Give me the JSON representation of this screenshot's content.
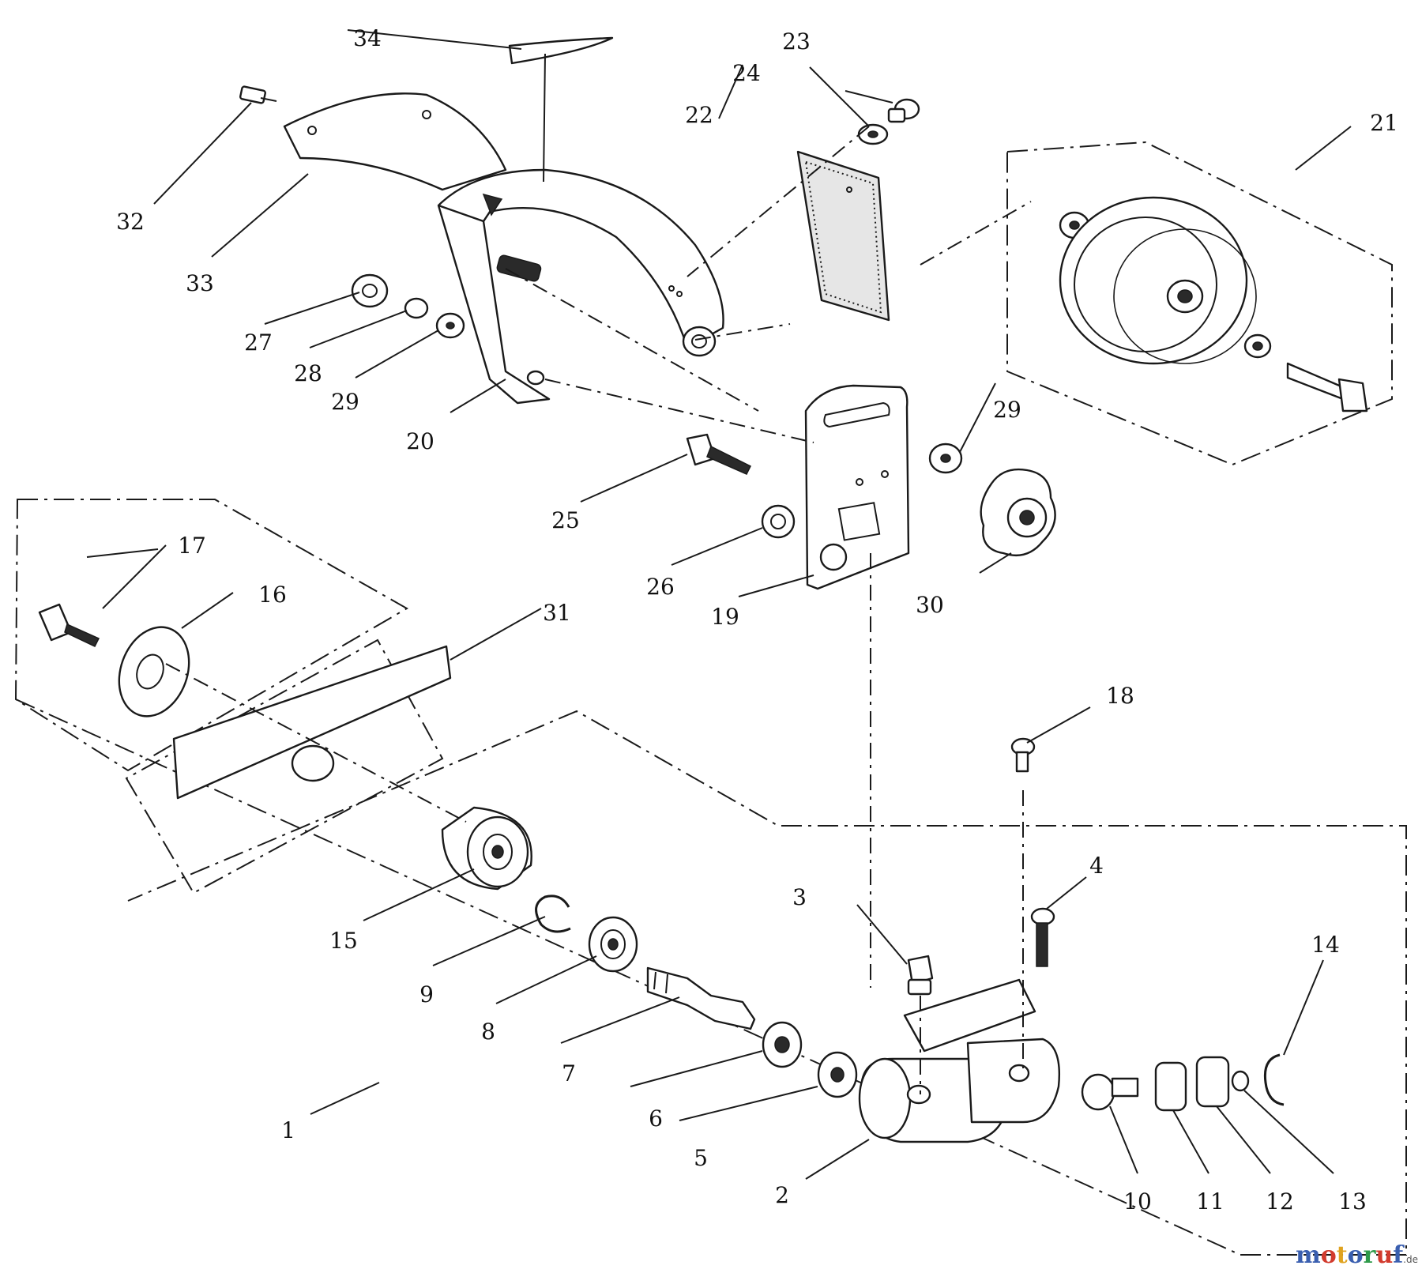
{
  "callouts": [
    "1",
    "2",
    "3",
    "4",
    "5",
    "6",
    "7",
    "8",
    "9",
    "10",
    "11",
    "12",
    "13",
    "14",
    "15",
    "16",
    "17",
    "18",
    "19",
    "20",
    "21",
    "22",
    "23",
    "24",
    "25",
    "26",
    "27",
    "28",
    "29",
    "29",
    "30",
    "31",
    "32",
    "33",
    "34"
  ],
  "watermark": {
    "segments": [
      {
        "text": "m",
        "color": "#3a5fb0"
      },
      {
        "text": "o",
        "color": "#d23b2e"
      },
      {
        "text": "t",
        "color": "#e0a31f"
      },
      {
        "text": "o",
        "color": "#3a5fb0"
      },
      {
        "text": "r",
        "color": "#2e9a4a"
      },
      {
        "text": "u",
        "color": "#d23b2e"
      },
      {
        "text": "f",
        "color": "#3a5fb0"
      }
    ],
    "suffix": ".de"
  }
}
